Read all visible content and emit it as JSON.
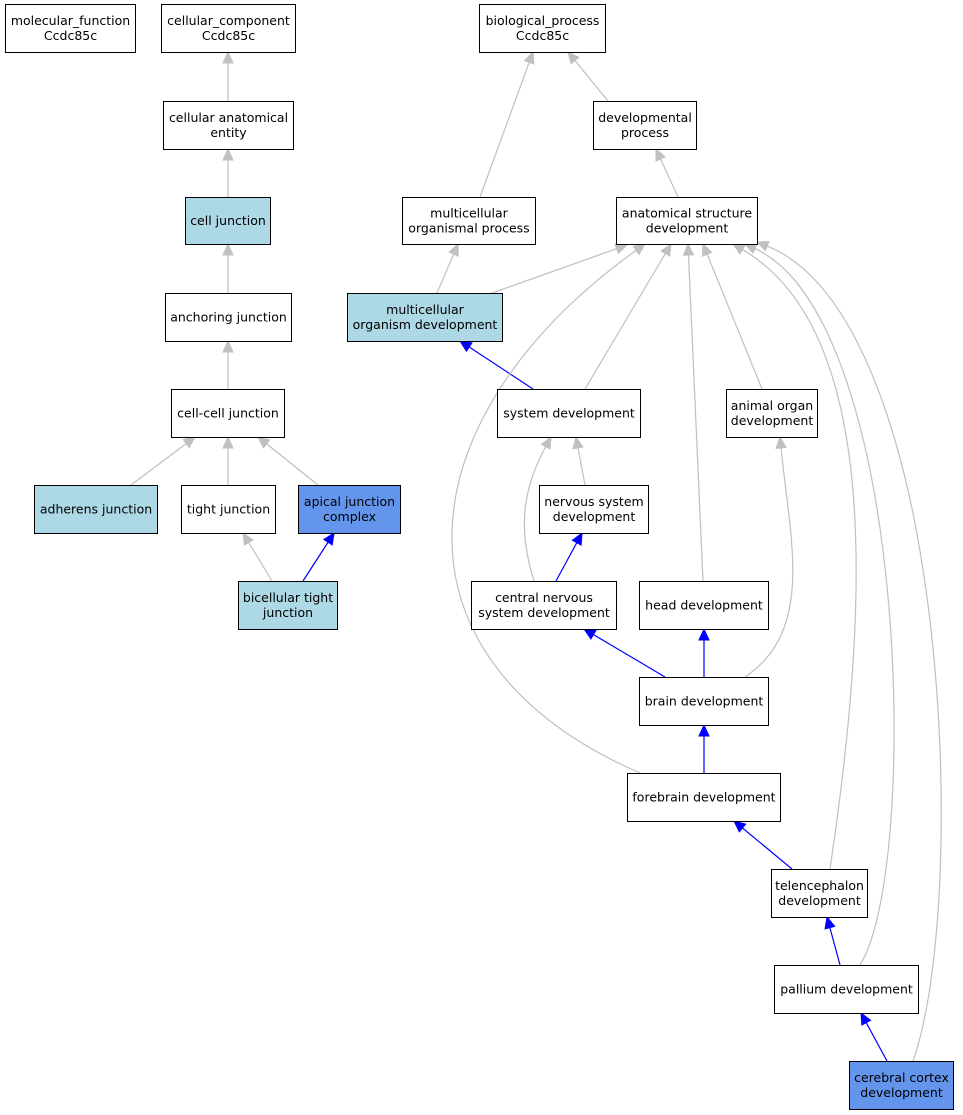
{
  "colors": {
    "plain": "#ffffff",
    "light": "#add8e6",
    "highlight": "#6495ed",
    "edge_gray": "#c0c0c0",
    "edge_blue": "#0000ff"
  },
  "nodes": {
    "molecular_function": {
      "lines": [
        "molecular_function",
        "Ccdc85c"
      ],
      "fill": "plain"
    },
    "cellular_component": {
      "lines": [
        "cellular_component",
        "Ccdc85c"
      ],
      "fill": "plain"
    },
    "biological_process": {
      "lines": [
        "biological_process",
        "Ccdc85c"
      ],
      "fill": "plain"
    },
    "cellular_anatomical_entity": {
      "lines": [
        "cellular anatomical",
        "entity"
      ],
      "fill": "plain"
    },
    "developmental_process": {
      "lines": [
        "developmental",
        "process"
      ],
      "fill": "plain"
    },
    "cell_junction": {
      "lines": [
        "cell junction"
      ],
      "fill": "light"
    },
    "multicellular_organismal_process": {
      "lines": [
        "multicellular",
        "organismal process"
      ],
      "fill": "plain"
    },
    "anatomical_structure_development": {
      "lines": [
        "anatomical structure",
        "development"
      ],
      "fill": "plain"
    },
    "anchoring_junction": {
      "lines": [
        "anchoring junction"
      ],
      "fill": "plain"
    },
    "multicellular_organism_development": {
      "lines": [
        "multicellular",
        "organism development"
      ],
      "fill": "light"
    },
    "cell_cell_junction": {
      "lines": [
        "cell-cell junction"
      ],
      "fill": "plain"
    },
    "system_development": {
      "lines": [
        "system development"
      ],
      "fill": "plain"
    },
    "animal_organ_development": {
      "lines": [
        "animal organ",
        "development"
      ],
      "fill": "plain"
    },
    "adherens_junction": {
      "lines": [
        "adherens junction"
      ],
      "fill": "light"
    },
    "tight_junction": {
      "lines": [
        "tight junction"
      ],
      "fill": "plain"
    },
    "apical_junction_complex": {
      "lines": [
        "apical junction",
        "complex"
      ],
      "fill": "highlight"
    },
    "nervous_system_development": {
      "lines": [
        "nervous system",
        "development"
      ],
      "fill": "plain"
    },
    "bicellular_tight_junction": {
      "lines": [
        "bicellular tight",
        "junction"
      ],
      "fill": "light"
    },
    "central_nervous_system_development": {
      "lines": [
        "central nervous",
        "system development"
      ],
      "fill": "plain"
    },
    "head_development": {
      "lines": [
        "head development"
      ],
      "fill": "plain"
    },
    "brain_development": {
      "lines": [
        "brain development"
      ],
      "fill": "plain"
    },
    "forebrain_development": {
      "lines": [
        "forebrain development"
      ],
      "fill": "plain"
    },
    "telencephalon_development": {
      "lines": [
        "telencephalon",
        "development"
      ],
      "fill": "plain"
    },
    "pallium_development": {
      "lines": [
        "pallium development"
      ],
      "fill": "plain"
    },
    "cerebral_cortex_development": {
      "lines": [
        "cerebral cortex",
        "development"
      ],
      "fill": "highlight"
    }
  },
  "edges": [
    {
      "child": "cellular_anatomical_entity",
      "parent": "cellular_component",
      "color": "edge_gray"
    },
    {
      "child": "cell_junction",
      "parent": "cellular_anatomical_entity",
      "color": "edge_gray"
    },
    {
      "child": "anchoring_junction",
      "parent": "cell_junction",
      "color": "edge_gray"
    },
    {
      "child": "cell_cell_junction",
      "parent": "anchoring_junction",
      "color": "edge_gray"
    },
    {
      "child": "adherens_junction",
      "parent": "cell_cell_junction",
      "color": "edge_gray"
    },
    {
      "child": "tight_junction",
      "parent": "cell_cell_junction",
      "color": "edge_gray"
    },
    {
      "child": "apical_junction_complex",
      "parent": "cell_cell_junction",
      "color": "edge_gray"
    },
    {
      "child": "bicellular_tight_junction",
      "parent": "tight_junction",
      "color": "edge_gray"
    },
    {
      "child": "bicellular_tight_junction",
      "parent": "apical_junction_complex",
      "color": "edge_blue"
    },
    {
      "child": "multicellular_organismal_process",
      "parent": "biological_process",
      "color": "edge_gray"
    },
    {
      "child": "developmental_process",
      "parent": "biological_process",
      "color": "edge_gray"
    },
    {
      "child": "anatomical_structure_development",
      "parent": "developmental_process",
      "color": "edge_gray"
    },
    {
      "child": "multicellular_organism_development",
      "parent": "multicellular_organismal_process",
      "color": "edge_gray"
    },
    {
      "child": "multicellular_organism_development",
      "parent": "anatomical_structure_development",
      "color": "edge_gray"
    },
    {
      "child": "system_development",
      "parent": "multicellular_organism_development",
      "color": "edge_blue"
    },
    {
      "child": "system_development",
      "parent": "anatomical_structure_development",
      "color": "edge_gray"
    },
    {
      "child": "animal_organ_development",
      "parent": "anatomical_structure_development",
      "color": "edge_gray"
    },
    {
      "child": "nervous_system_development",
      "parent": "system_development",
      "color": "edge_gray"
    },
    {
      "child": "central_nervous_system_development",
      "parent": "system_development",
      "color": "edge_gray"
    },
    {
      "child": "central_nervous_system_development",
      "parent": "nervous_system_development",
      "color": "edge_blue"
    },
    {
      "child": "head_development",
      "parent": "anatomical_structure_development",
      "color": "edge_gray"
    },
    {
      "child": "brain_development",
      "parent": "central_nervous_system_development",
      "color": "edge_blue"
    },
    {
      "child": "brain_development",
      "parent": "head_development",
      "color": "edge_blue"
    },
    {
      "child": "brain_development",
      "parent": "animal_organ_development",
      "color": "edge_gray"
    },
    {
      "child": "forebrain_development",
      "parent": "brain_development",
      "color": "edge_blue"
    },
    {
      "child": "forebrain_development",
      "parent": "anatomical_structure_development",
      "color": "edge_gray"
    },
    {
      "child": "telencephalon_development",
      "parent": "forebrain_development",
      "color": "edge_blue"
    },
    {
      "child": "telencephalon_development",
      "parent": "anatomical_structure_development",
      "color": "edge_gray"
    },
    {
      "child": "pallium_development",
      "parent": "telencephalon_development",
      "color": "edge_blue"
    },
    {
      "child": "pallium_development",
      "parent": "anatomical_structure_development",
      "color": "edge_gray"
    },
    {
      "child": "cerebral_cortex_development",
      "parent": "pallium_development",
      "color": "edge_blue"
    },
    {
      "child": "cerebral_cortex_development",
      "parent": "anatomical_structure_development",
      "color": "edge_gray"
    }
  ]
}
